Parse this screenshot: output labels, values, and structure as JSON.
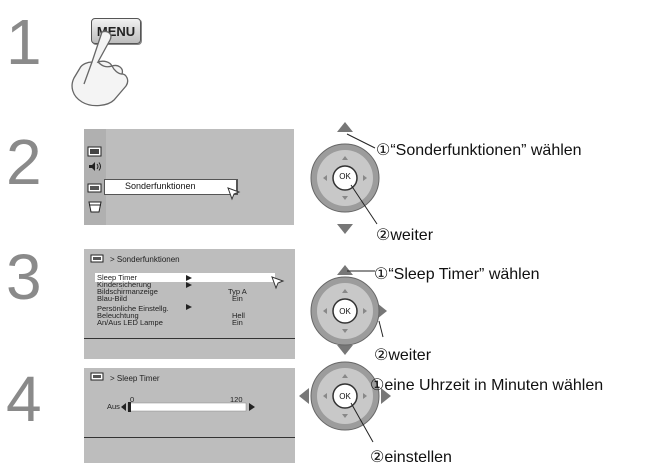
{
  "steps": {
    "s1": {
      "number": "1",
      "button": "MENU"
    },
    "s2": {
      "number": "2",
      "menu_item": "Sonderfunktionen",
      "callout_1": "①“Sonderfunktionen” wählen",
      "callout_2": "②weiter",
      "icons": [
        "picture-icon",
        "sound-icon",
        "setup-icon",
        "timer-icon"
      ]
    },
    "s3": {
      "number": "3",
      "header": "> Sonderfunktionen",
      "rows": [
        {
          "label": "Sleep Timer",
          "value": "",
          "arrow": true
        },
        {
          "label": "Kindersicherung",
          "value": "",
          "arrow": true
        },
        {
          "label": "Bildschirmanzeige",
          "value": "Typ A",
          "arrow": false
        },
        {
          "label": "Blau-Bild",
          "value": "Ein",
          "arrow": false
        },
        {
          "label": "Persönliche Einstellg.",
          "value": "",
          "arrow": true
        },
        {
          "label": "Beleuchtung",
          "value": "Hell",
          "arrow": false
        },
        {
          "label": "An/Aus LED Lampe",
          "value": "Ein",
          "arrow": false
        }
      ],
      "callout_1": "①“Sleep Timer” wählen",
      "callout_2": "②weiter"
    },
    "s4": {
      "number": "4",
      "header": "> Sleep Timer",
      "aus_label": "Aus",
      "min_label": "0",
      "max_label": "120",
      "slider_value": 0,
      "callout_1": "①eine Uhrzeit in Minuten wählen",
      "callout_2": "②einstellen"
    }
  },
  "remote": {
    "ok_label": "OK"
  }
}
